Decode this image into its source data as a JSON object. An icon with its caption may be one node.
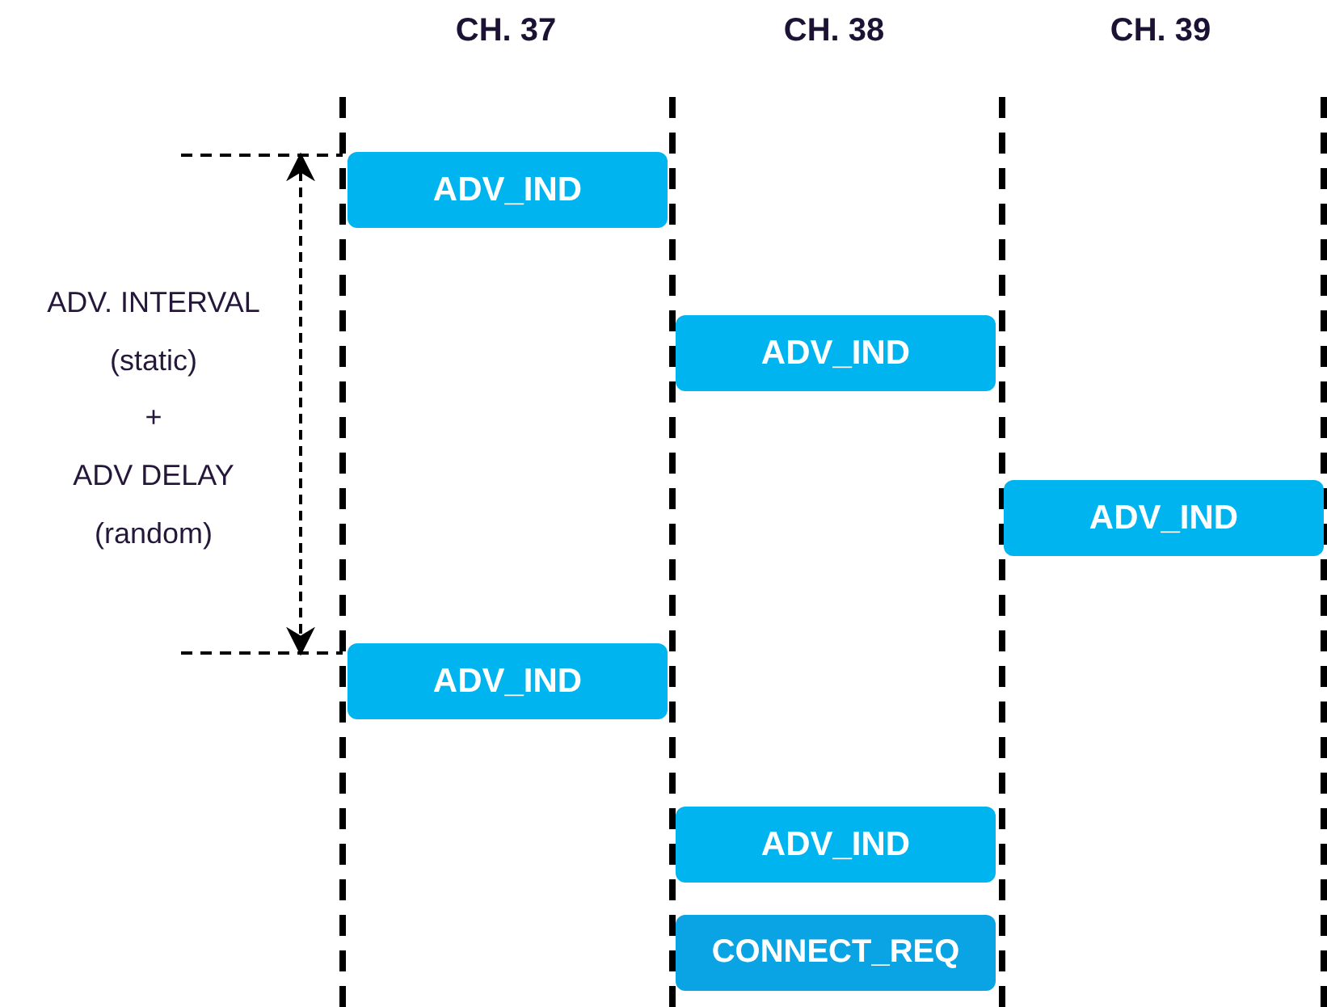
{
  "diagram": {
    "nodes": [
      {
        "text": [
          "ADV_IND"
        ]
      },
      {
        "text": [
          "ADV_IND"
        ]
      },
      {
        "text": [
          "ADV_IND"
        ]
      },
      {
        "text": [
          "ADV_IND"
        ]
      },
      {
        "text": [
          "ADV_IND"
        ]
      },
      {
        "text": [
          "CONNECT_REQ"
        ]
      }
    ],
    "labels": [
      "CH. 37",
      "CH. 38",
      "CH. 39",
      "ADV. INTERVAL",
      "(static)",
      "+",
      "ADV DELAY",
      "(random)"
    ]
  }
}
